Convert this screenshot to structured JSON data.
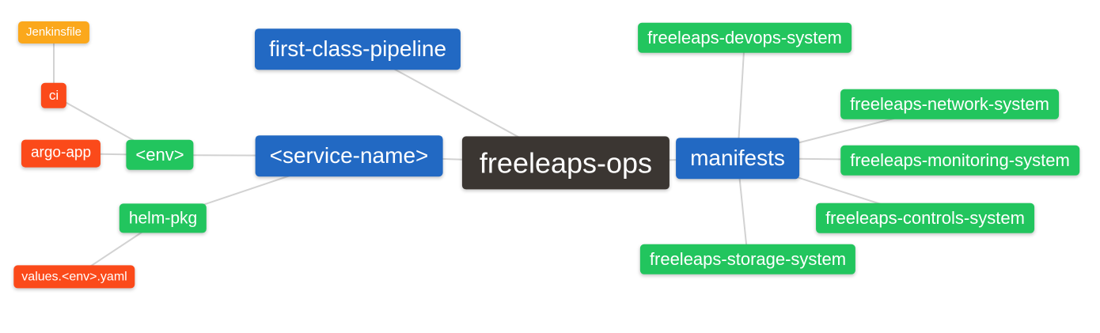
{
  "diagram": {
    "type": "mindmap",
    "root_label": "freeleaps-ops",
    "palette": {
      "root_node": "#3b3632",
      "level1_node": "#2269c3",
      "level2_node": "#22c55e",
      "level3_node": "#fb4a1a",
      "level4_node": "#fba81c",
      "edge_line": "#d2d2d2",
      "node_text": "#ffffff",
      "background": "#ffffff"
    },
    "nodes": {
      "root": {
        "label": "freeleaps-ops",
        "level": "root"
      },
      "first_class_pipeline": {
        "label": "first-class-pipeline",
        "level": "1"
      },
      "service_name": {
        "label": "<service-name>",
        "level": "1"
      },
      "manifests": {
        "label": "manifests",
        "level": "1"
      },
      "env": {
        "label": "<env>",
        "level": "2"
      },
      "helm_pkg": {
        "label": "helm-pkg",
        "level": "2"
      },
      "devops_system": {
        "label": "freeleaps-devops-system",
        "level": "2"
      },
      "network_system": {
        "label": "freeleaps-network-system",
        "level": "2"
      },
      "monitoring_system": {
        "label": "freeleaps-monitoring-system",
        "level": "2"
      },
      "controls_system": {
        "label": "freeleaps-controls-system",
        "level": "2"
      },
      "storage_system": {
        "label": "freeleaps-storage-system",
        "level": "2"
      },
      "ci": {
        "label": "ci",
        "level": "3"
      },
      "argo_app": {
        "label": "argo-app",
        "level": "3"
      },
      "values_env_yaml": {
        "label": "values.<env>.yaml",
        "level": "3"
      },
      "jenkinsfile": {
        "label": "Jenkinsfile",
        "level": "4"
      }
    },
    "edges": [
      [
        "jenkinsfile",
        "ci"
      ],
      [
        "ci",
        "env"
      ],
      [
        "argo_app",
        "env"
      ],
      [
        "env",
        "service_name"
      ],
      [
        "values_env_yaml",
        "helm_pkg"
      ],
      [
        "helm_pkg",
        "service_name"
      ],
      [
        "service_name",
        "root"
      ],
      [
        "first_class_pipeline",
        "root"
      ],
      [
        "root",
        "manifests"
      ],
      [
        "manifests",
        "devops_system"
      ],
      [
        "manifests",
        "network_system"
      ],
      [
        "manifests",
        "monitoring_system"
      ],
      [
        "manifests",
        "controls_system"
      ],
      [
        "manifests",
        "storage_system"
      ]
    ]
  }
}
